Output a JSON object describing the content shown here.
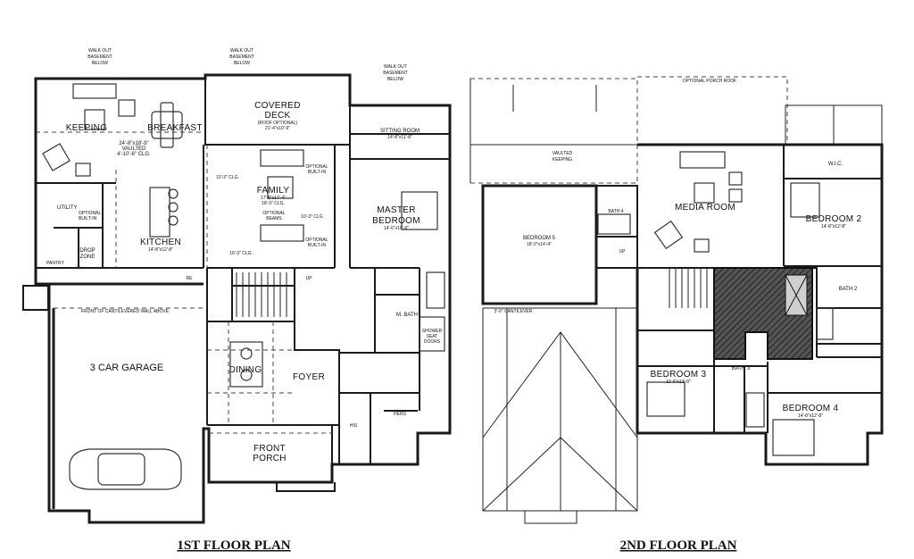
{
  "top_notes": {
    "walkout_1": [
      "WALK OUT",
      "BASEMENT",
      "BELOW"
    ],
    "walkout_2": [
      "WALK OUT",
      "BASEMENT",
      "BELOW"
    ],
    "walkout_3": [
      "WALK OUT",
      "BASEMENT",
      "BELOW"
    ],
    "optional_porch_roof": "OPTIONAL PORCH ROOF"
  },
  "first_floor": {
    "title": "1ST FLOOR PLAN",
    "keeping": "KEEPING",
    "breakfast": "BREAKFAST",
    "keeping_dims": "24'-8\"x18'-9\"",
    "vaulted": "VAULTED",
    "clg_1": "4'-10'-6\" CLG.",
    "covered_deck": [
      "COVERED",
      "DECK"
    ],
    "roof_optional": "(ROOF OPTIONAL)",
    "deck_dims": "21'-4\"x10'-9\"",
    "sitting_room": "SITTING ROOM",
    "sitting_dims": "14'-8\"x11'-8\"",
    "utility": "UTILITY",
    "optional_built_in_1": [
      "OPTIONAL",
      "BUILT-IN"
    ],
    "drop_zone": [
      "DROP",
      "ZONE"
    ],
    "pantry": "PANTRY",
    "kitchen": "KITCHEN",
    "kitchen_dims": "14'-8\"x12'-8\"",
    "family": "FAMILY",
    "family_dims": "17'-8\"x17'-4\"",
    "family_clg": "18'-3\" CLG.",
    "clg_left": "10'-3\" CLG.",
    "optional_beams": [
      "OPTIONAL",
      "BEAMS"
    ],
    "clg_mid": "10'-3\" CLG.",
    "clg_low": "10'-3\" CLG.",
    "optional_built_in_2": [
      "OPTIONAL",
      "BUILT-IN"
    ],
    "optional_built_in_3": [
      "OPTIONAL",
      "BUILT-IN"
    ],
    "master_bedroom": [
      "MASTER",
      "BEDROOM"
    ],
    "master_dims": "14'-6\"x16'-8\"",
    "m_bath": "M. BATH",
    "shower_note": [
      "SHOWER",
      "SEAT",
      "DOORS"
    ],
    "up": "UP",
    "front_cantilever": "FRONT OF CANTILEVERED WALL ABOVE",
    "garage": "3 CAR GARAGE",
    "dining": "DINING",
    "foyer": "FOYER",
    "his": "HIS",
    "hers": "HERS",
    "front_porch": [
      "FRONT",
      "PORCH"
    ],
    "ref": "RE"
  },
  "second_floor": {
    "title": "2ND FLOOR PLAN",
    "vaulted_keeping": [
      "VAULTED",
      "KEEPING"
    ],
    "bedroom_5": "BEDROOM 5",
    "bedroom_5_dims": "18'-0\"x14'-4\"",
    "bath_4": "BATH 4",
    "media_room": "MEDIA ROOM",
    "wic": "W.I.C.",
    "bedroom_2": "BEDROOM 2",
    "bedroom_2_dims": "14'-8\"x12'-8\"",
    "bath_2": "BATH 2",
    "cantilever": "3'-0\" CANTILEVER",
    "up": "UP",
    "bedroom_3": "BEDROOM 3",
    "bedroom_3_dims": "11'-6\"x13'-8\"",
    "bath_3": "BATH 3",
    "bedroom_4": "BEDROOM 4",
    "bedroom_4_dims": "14'-8\"x12'-8\""
  }
}
